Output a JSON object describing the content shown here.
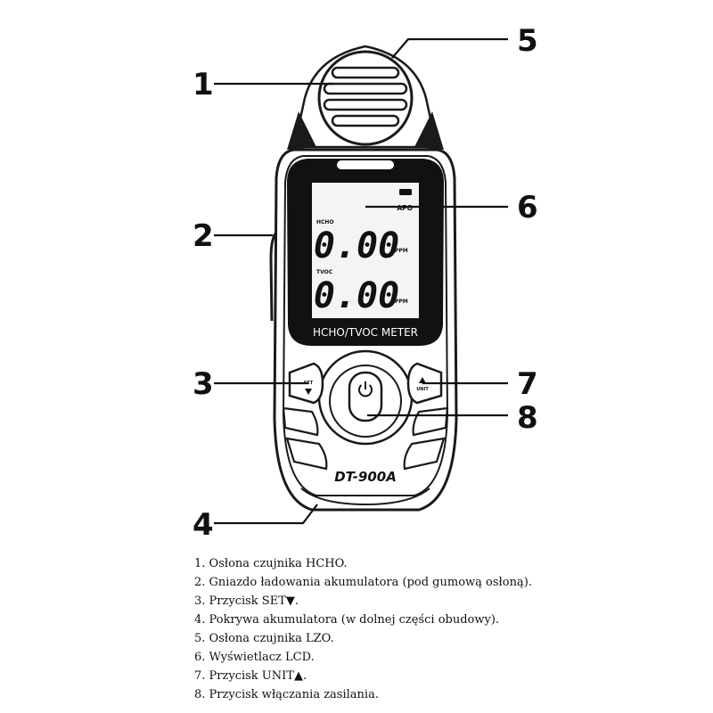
{
  "device": {
    "lcd": {
      "apo": "APO",
      "channel1_label": "HCHO",
      "channel1_value": "0.00",
      "channel1_unit": "PPM",
      "channel2_label": "TVOC",
      "channel2_value": "0.00",
      "channel2_unit": "PPM"
    },
    "meter_name": "HCHO/TVOC METER",
    "model": "DT-900A",
    "set_button_label": "SET",
    "unit_button_label": "UNIT"
  },
  "callouts": [
    "1",
    "2",
    "3",
    "4",
    "5",
    "6",
    "7",
    "8"
  ],
  "legend": [
    "1. Osłona czujnika HCHO.",
    "2. Gniazdo ładowania akumulatora (pod gumową osłoną).",
    "3. Przycisk SET▼.",
    "4. Pokrywa akumulatora (w dolnej części obudowy).",
    "5. Osłona czujnika LZO.",
    "6. Wyświetlacz LCD.",
    "7. Przycisk UNIT▲.",
    "8. Przycisk włączania zasilania."
  ],
  "colors": {
    "outline": "#1a1a1a",
    "body": "#ffffff",
    "lcd_frame": "#111111",
    "lcd_screen": "#f4f4f4"
  },
  "icons": {
    "power_button": "power-icon",
    "set_button": "triangle-down-icon",
    "unit_button": "triangle-up-icon"
  }
}
